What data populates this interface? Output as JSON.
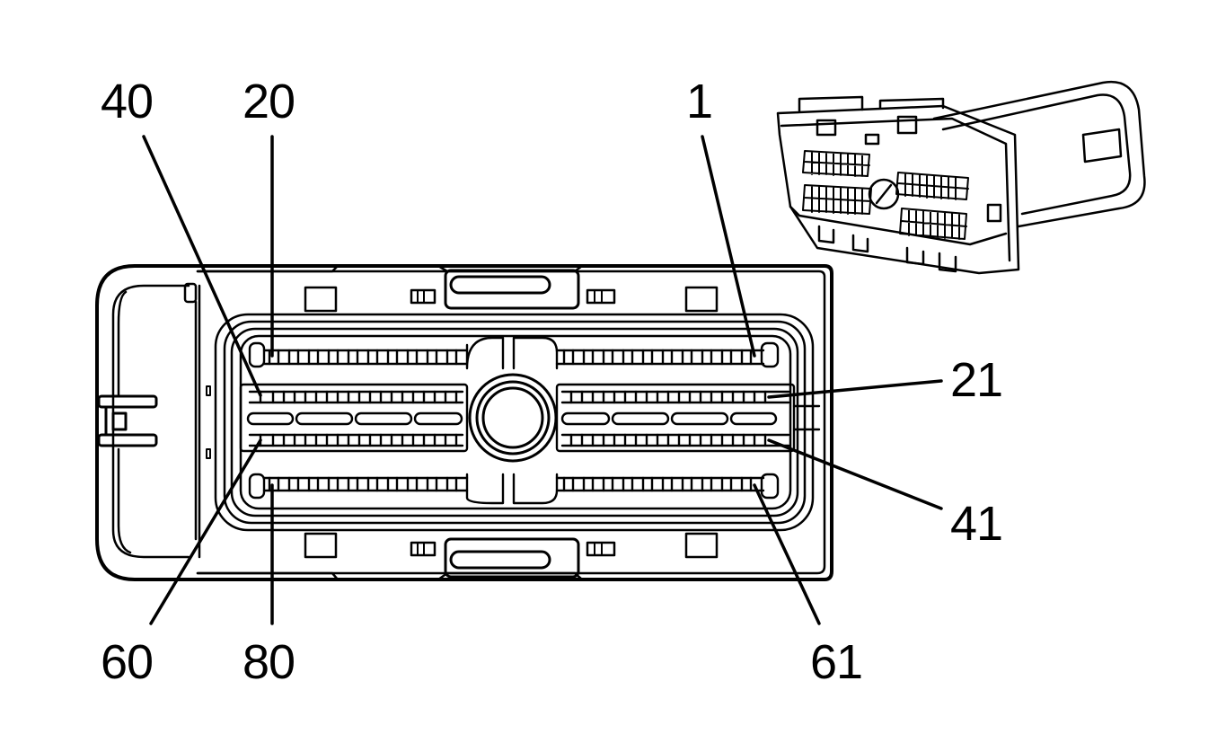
{
  "pin_labels": {
    "p40": "40",
    "p20": "20",
    "p1": "1",
    "p21": "21",
    "p41": "41",
    "p60": "60",
    "p80": "80",
    "p61": "61"
  },
  "colors": {
    "line": "#000000",
    "background": "#ffffff"
  }
}
